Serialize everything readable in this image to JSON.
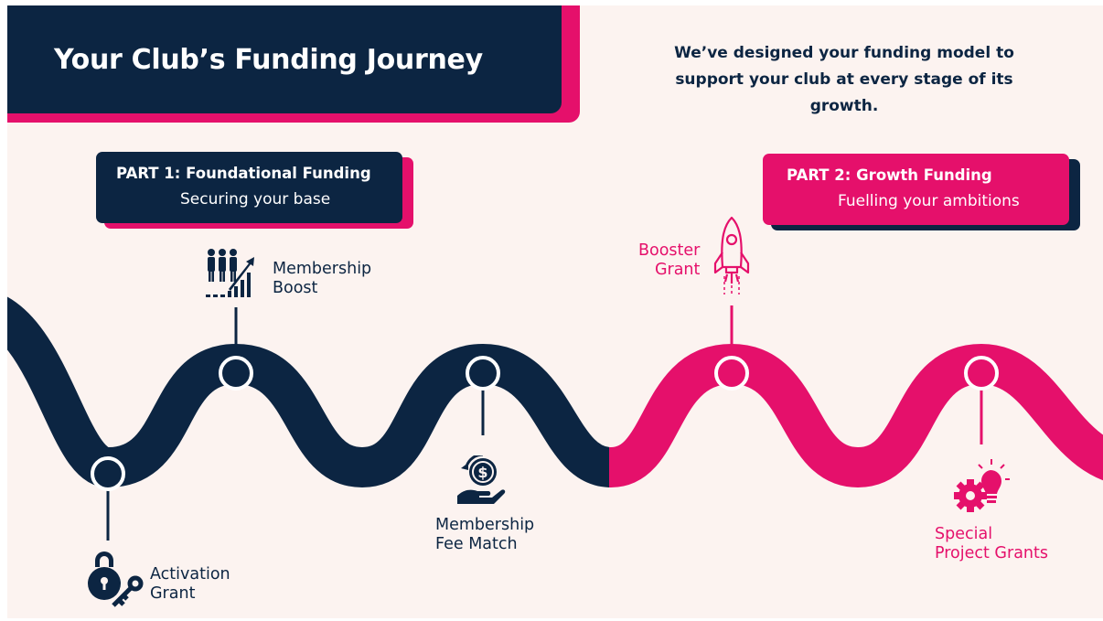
{
  "title": "Your Club’s Funding Journey",
  "intro": "We’ve designed your funding model to support your club at every stage of its growth.",
  "colors": {
    "navy": "#0c2542",
    "pink": "#e5106b",
    "background": "#fcf3f0"
  },
  "part1": {
    "title": "PART 1: Foundational Funding",
    "subtitle": "Securing your base"
  },
  "part2": {
    "title": "PART 2: Growth Funding",
    "subtitle": "Fuelling your ambitions"
  },
  "milestones": {
    "activation": {
      "line1": "Activation",
      "line2": "Grant",
      "icon": "lock-key-icon"
    },
    "membership_boost": {
      "line1": "Membership",
      "line2": "Boost",
      "icon": "people-growth-icon"
    },
    "fee_match": {
      "line1": "Membership",
      "line2": "Fee Match",
      "icon": "money-hand-icon"
    },
    "booster": {
      "line1": "Booster",
      "line2": "Grant",
      "icon": "rocket-icon"
    },
    "special": {
      "line1": "Special",
      "line2": "Project Grants",
      "icon": "gear-lightbulb-icon"
    }
  }
}
